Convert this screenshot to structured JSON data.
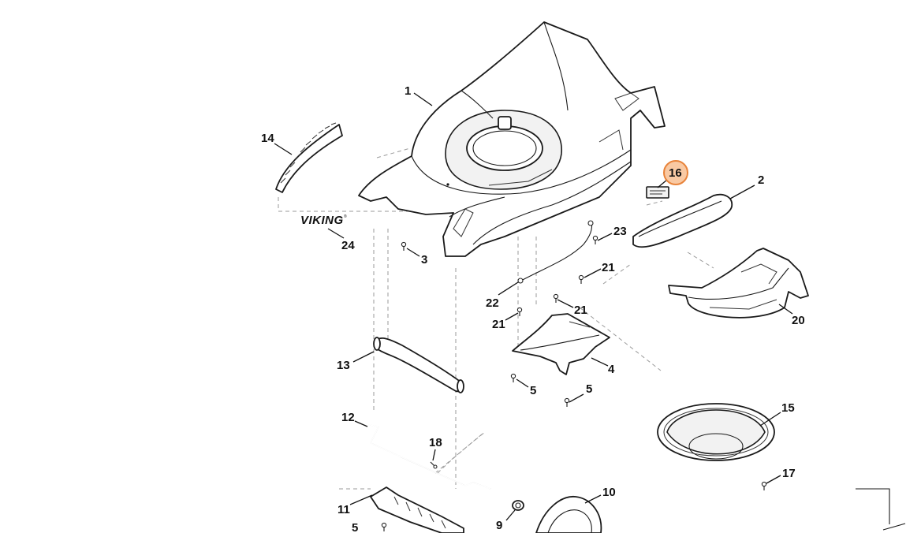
{
  "brand": {
    "logo_text": "VIKING",
    "trademark": "®"
  },
  "highlight": {
    "label": "16",
    "fill": "#f9c9a3",
    "stroke": "#e8833a"
  },
  "labels": {
    "p1": "1",
    "p2": "2",
    "p3": "3",
    "p4": "4",
    "p5a": "5",
    "p5b": "5",
    "p5c": "5",
    "p9": "9",
    "p10": "10",
    "p11": "11",
    "p12": "12",
    "p13": "13",
    "p14": "14",
    "p15": "15",
    "p16": "16",
    "p17": "17",
    "p18": "18",
    "p20": "20",
    "p21a": "21",
    "p21b": "21",
    "p21c": "21",
    "p22": "22",
    "p23": "23",
    "p24": "24"
  }
}
